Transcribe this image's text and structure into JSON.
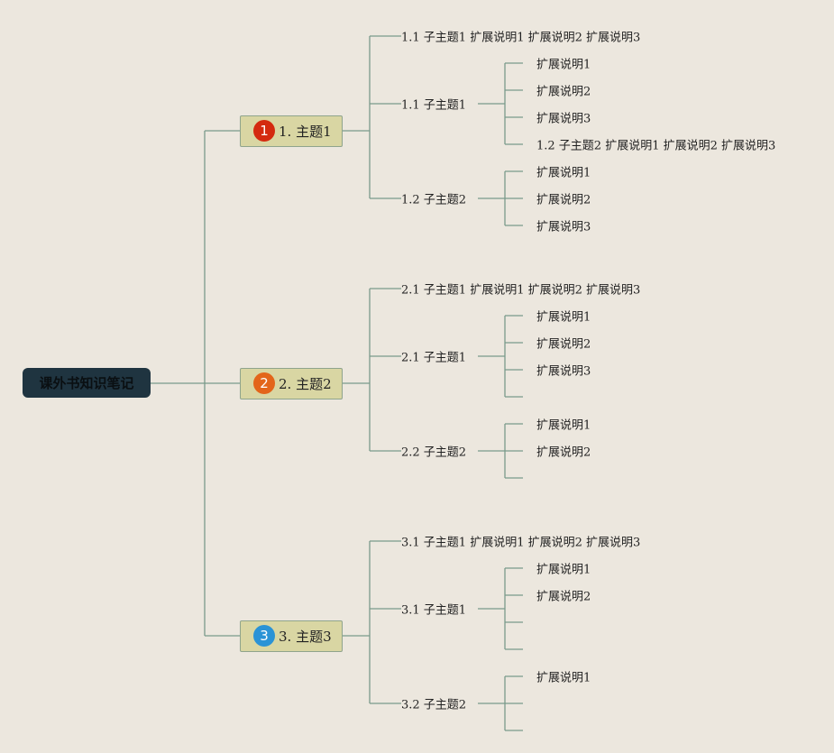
{
  "root": {
    "label": "课外书知识笔记"
  },
  "colors": {
    "line": "#7a9a8a",
    "root_bg": "#1f3440",
    "topic_bg": "#d9d6a3",
    "badge_1": "#d42a0f",
    "badge_2": "#e3651a",
    "badge_3": "#2a93d6"
  },
  "topics": [
    {
      "badge": "1",
      "badge_color": "#d42a0f",
      "label": "1. 主题1",
      "branches": [
        {
          "label": "1.1 子主题1 扩展说明1 扩展说明2 扩展说明3",
          "children": null
        },
        {
          "label": "1.1 子主题1",
          "children": [
            "扩展说明1",
            "扩展说明2",
            "扩展说明3",
            "1.2 子主题2 扩展说明1 扩展说明2 扩展说明3"
          ]
        },
        {
          "label": "1.2 子主题2",
          "children": [
            "扩展说明1",
            "扩展说明2",
            "扩展说明3"
          ]
        }
      ]
    },
    {
      "badge": "2",
      "badge_color": "#e3651a",
      "label": "2. 主题2",
      "branches": [
        {
          "label": "2.1 子主题1 扩展说明1 扩展说明2 扩展说明3",
          "children": null
        },
        {
          "label": "2.1 子主题1",
          "children": [
            "扩展说明1",
            "扩展说明2",
            "扩展说明3",
            ""
          ]
        },
        {
          "label": "2.2 子主题2",
          "children": [
            "扩展说明1",
            "扩展说明2",
            ""
          ]
        }
      ]
    },
    {
      "badge": "3",
      "badge_color": "#2a93d6",
      "label": "3. 主题3",
      "branches": [
        {
          "label": "3.1 子主题1 扩展说明1 扩展说明2 扩展说明3",
          "children": null
        },
        {
          "label": "3.1 子主题1",
          "children": [
            "扩展说明1",
            "扩展说明2",
            "",
            ""
          ]
        },
        {
          "label": "3.2 子主题2",
          "children": [
            "扩展说明1",
            "",
            ""
          ]
        }
      ]
    }
  ]
}
